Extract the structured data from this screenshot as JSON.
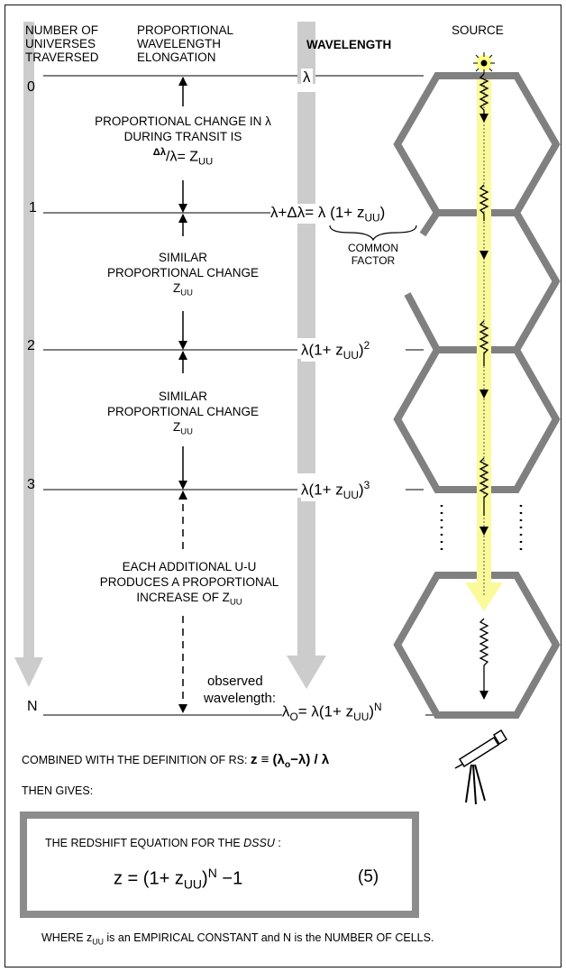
{
  "headers": {
    "universes": [
      "NUMBER OF",
      "UNIVERSES",
      "TRAVERSED"
    ],
    "elongation": [
      "PROPORTIONAL",
      "WAVELENGTH",
      "ELONGATION"
    ],
    "wavelength": "WAVELENGTH",
    "source": "SOURCE"
  },
  "levels": [
    "0",
    "1",
    "2",
    "3",
    "N"
  ],
  "notes": {
    "transit_1": "PROPORTIONAL CHANGE IN λ",
    "transit_2": "DURING TRANSIT IS",
    "transit_eq_delta": "Δλ",
    "transit_eq_rest": "/λ= Z",
    "transit_eq_sub": "UU",
    "similar_1": "SIMILAR",
    "similar_2": "PROPORTIONAL CHANGE",
    "similar_z": "Z",
    "similar_sub": "UU",
    "each_1": "EACH ADDITIONAL U-U",
    "each_2": "PRODUCES A PROPORTIONAL",
    "each_3": "INCREASE OF Z",
    "each_sub": "UU"
  },
  "wavelengths": {
    "w0": "λ",
    "w1_a": "λ+Δλ= λ ",
    "w1_b": "(1+ z",
    "w1_sub": "UU",
    "w1_c": ")",
    "common_1": "COMMON",
    "common_2": "FACTOR",
    "w2_a": "λ(1+ z",
    "w2_sub": "UU",
    "w2_b": ")",
    "w2_sup": "2",
    "w3_a": "λ(1+ z",
    "w3_sub": "UU",
    "w3_b": ")",
    "w3_sup": "3",
    "observed_1": "observed",
    "observed_2": "wavelength:",
    "wN_a": "λ",
    "wN_sub1": "O",
    "wN_b": "= λ(1+ z",
    "wN_sub2": "UU",
    "wN_c": ")",
    "wN_sup": "N"
  },
  "combined": {
    "text": "COMBINED WITH THE DEFINITION OF RS: ",
    "eq_a": "z ≡ (λ",
    "eq_sub": "o",
    "eq_b": "−λ) / λ",
    "gives": "THEN GIVES:"
  },
  "box": {
    "title": "THE REDSHIFT EQUATION FOR THE ",
    "title_em": "DSSU",
    "title_end": " :",
    "eq_a": "z = (1+ z",
    "eq_sub": "UU",
    "eq_b": ")",
    "eq_sup": "N",
    "eq_c": " −1",
    "number": "(5)"
  },
  "footer": {
    "a": "WHERE z",
    "sub": "UU",
    "b": " is an EMPIRICAL CONSTANT and N is the NUMBER OF CELLS."
  },
  "colors": {
    "arrow_gray": "#cccccc",
    "hex_gray": "#808080",
    "beam_yellow": "#fafa9b",
    "box_border": "#8c8c8c"
  },
  "icons": [
    "source-star-icon",
    "telescope-icon"
  ]
}
